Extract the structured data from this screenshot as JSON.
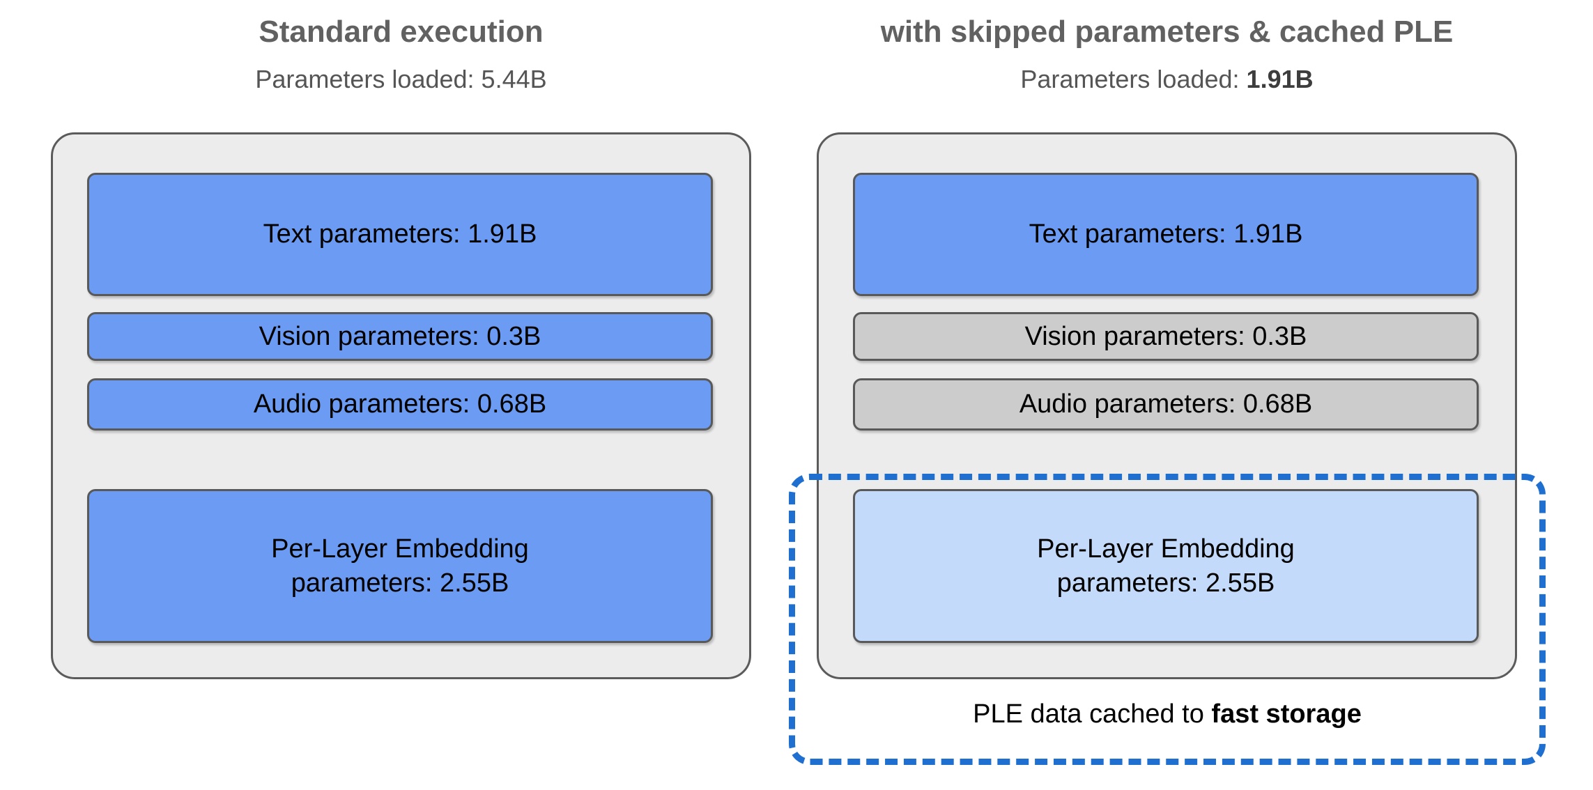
{
  "diagram": {
    "title_left": "Standard execution",
    "title_right": "with skipped parameters & cached PLE",
    "columns": [
      {
        "id": "standard",
        "title": "Standard execution",
        "subtitle_prefix": "Parameters loaded: ",
        "subtitle_value": "5.44B",
        "subtitle_value_bold": false,
        "blocks": [
          {
            "label": "Text parameters: 1.91B",
            "value_b": 1.91,
            "state": "loaded",
            "color": "#6b9bf2"
          },
          {
            "label": "Vision parameters: 0.3B",
            "value_b": 0.3,
            "state": "loaded",
            "color": "#6b9bf2"
          },
          {
            "label": "Audio parameters: 0.68B",
            "value_b": 0.68,
            "state": "loaded",
            "color": "#6b9bf2"
          },
          {
            "label": "Per-Layer Embedding parameters: 2.55B",
            "line1": "Per-Layer Embedding",
            "line2": "parameters: 2.55B",
            "value_b": 2.55,
            "state": "loaded",
            "color": "#6b9bf2"
          }
        ]
      },
      {
        "id": "skipped-cached",
        "title": "with skipped parameters & cached PLE",
        "subtitle_prefix": "Parameters loaded: ",
        "subtitle_value": "1.91B",
        "subtitle_value_bold": true,
        "blocks": [
          {
            "label": "Text parameters: 1.91B",
            "value_b": 1.91,
            "state": "loaded",
            "color": "#6b9bf2"
          },
          {
            "label": "Vision parameters: 0.3B",
            "value_b": 0.3,
            "state": "skipped",
            "color": "#cccccc"
          },
          {
            "label": "Audio parameters: 0.68B",
            "value_b": 0.68,
            "state": "skipped",
            "color": "#cccccc"
          },
          {
            "label": "Per-Layer Embedding parameters: 2.55B",
            "line1": "Per-Layer Embedding",
            "line2": "parameters: 2.55B",
            "value_b": 2.55,
            "state": "cached",
            "color": "#c3dafb"
          }
        ]
      }
    ],
    "cache_callout": {
      "caption_prefix": "PLE data cached to ",
      "caption_emphasis": "fast storage",
      "border_color": "#1f6fd0",
      "border_style": "dashed"
    },
    "colors": {
      "loaded_blue": "#6b9bf2",
      "skipped_grey": "#cccccc",
      "cached_light_blue": "#c3dafb",
      "panel_background": "#ececec",
      "panel_border": "#5b5b5b",
      "title_text": "#616161",
      "subtitle_text": "#555555",
      "accent_blue": "#1f6fd0"
    }
  }
}
